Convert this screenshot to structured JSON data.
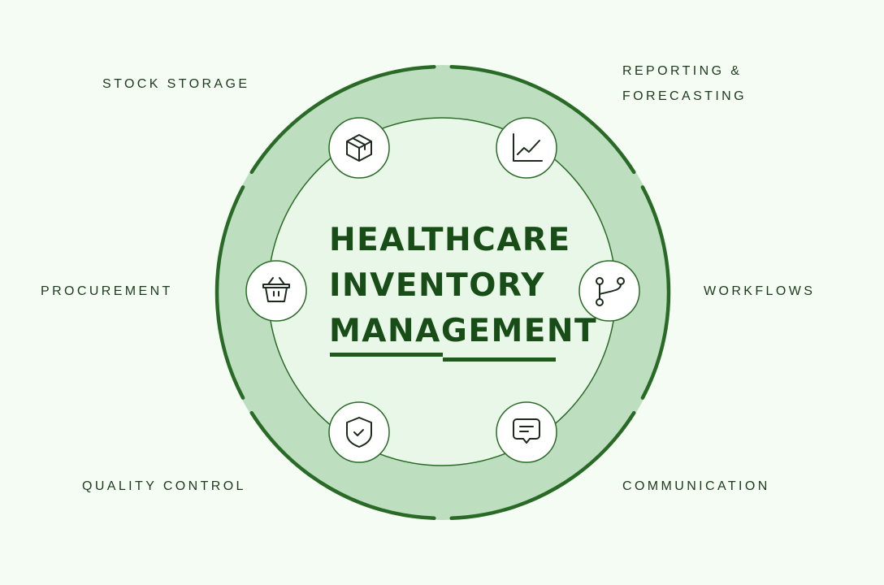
{
  "title": {
    "line1": "HEALTHCARE",
    "line2": "INVENTORY",
    "line3": "MANAGEMENT"
  },
  "nodes": [
    {
      "label": "STOCK STORAGE",
      "icon": "package-icon"
    },
    {
      "label_line1": "REPORTING &",
      "label_line2": "FORECASTING",
      "icon": "line-chart-icon"
    },
    {
      "label": "PROCUREMENT",
      "icon": "basket-icon"
    },
    {
      "label": "WORKFLOWS",
      "icon": "git-branch-icon"
    },
    {
      "label": "QUALITY CONTROL",
      "icon": "shield-check-icon"
    },
    {
      "label": "COMMUNICATION",
      "icon": "message-icon"
    }
  ],
  "colors": {
    "background": "#f5fcf3",
    "ring": "#bedfbf",
    "inner": "#e8f7e7",
    "stroke": "#2a6a27",
    "text": "#184d18"
  }
}
